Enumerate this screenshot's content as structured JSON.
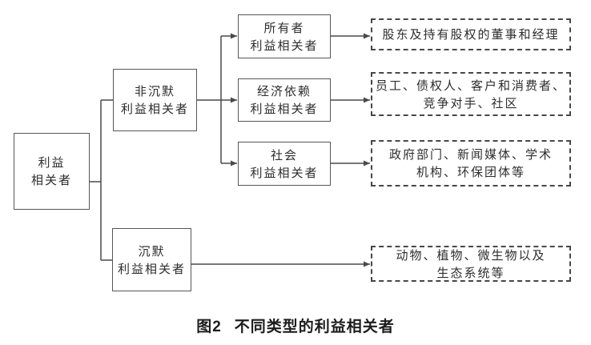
{
  "figure": {
    "caption": {
      "prefix": "图2",
      "title": "不同类型的利益相关者"
    },
    "colors": {
      "line": "#4a4a4a",
      "text": "#2d2d2d",
      "background": "#ffffff"
    },
    "nodes": {
      "root": {
        "lines": [
          "利益",
          "相关者"
        ]
      },
      "non_silent": {
        "lines": [
          "非沉默",
          "利益相关者"
        ]
      },
      "silent": {
        "lines": [
          "沉默",
          "利益相关者"
        ]
      },
      "owner": {
        "lines": [
          "所有者",
          "利益相关者"
        ]
      },
      "economic": {
        "lines": [
          "经济依赖",
          "利益相关者"
        ]
      },
      "social": {
        "lines": [
          "社会",
          "利益相关者"
        ]
      },
      "owner_detail": {
        "lines": [
          "股东及持有股权的董事和经理"
        ]
      },
      "economic_detail": {
        "lines": [
          "员工、债权人、客户和消费者、",
          "竞争对手、社区"
        ]
      },
      "social_detail": {
        "lines": [
          "政府部门、新闻媒体、学术",
          "机构、环保团体等"
        ]
      },
      "silent_detail": {
        "lines": [
          "动物、植物、微生物以及",
          "生态系统等"
        ]
      }
    }
  }
}
